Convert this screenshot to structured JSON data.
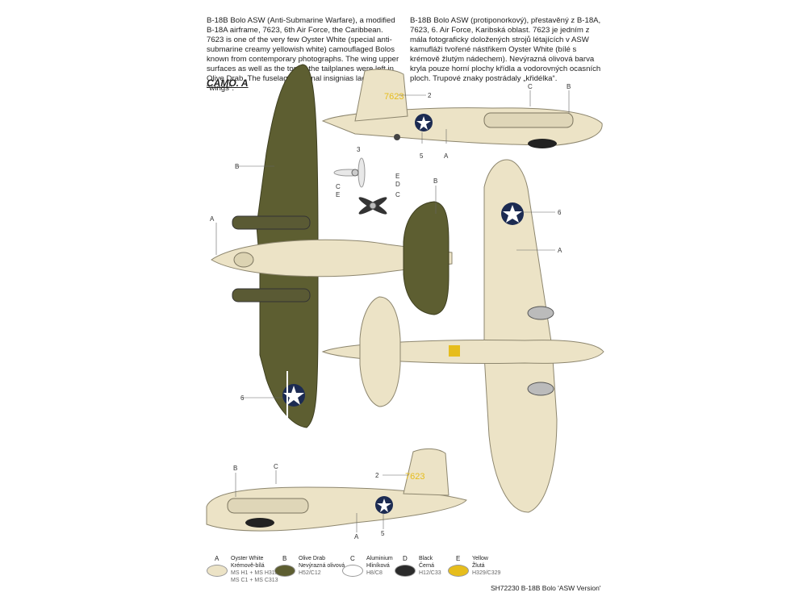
{
  "description": {
    "english": "B-18B Bolo ASW (Anti-Submarine Warfare), a modified B-18A airframe, 7623, 6th Air Force, the Caribbean. 7623 is one of the very few Oyster White (special anti-submarine creamy yellowish white) camouflaged Bolos known from contemporary photographs. The wing upper surfaces as well as the top of the tailplanes were left in Olive Drab. The fuselage national insignias lacked their \"wings\".",
    "czech": "B-18B Bolo ASW (protiponorkový), přestavěný z B-18A, 7623, 6. Air Force, Karibská oblast. 7623 je jedním z mála fotograficky doložených strojů létajících v ASW kamufláži tvořené nástřikem Oyster White (bílé s krémově žlutým nádechem). Nevýrazná olivová barva kryla pouze horní plochy křídla a vodorovných ocasních ploch. Trupové znaky postrádaly „křidélka“."
  },
  "camo_label": "CAMO. A",
  "serial": "7623",
  "callouts": {
    "a": "A",
    "b": "B",
    "c": "C",
    "d": "D",
    "e": "E",
    "two": "2",
    "three": "3",
    "five": "5",
    "six": "6"
  },
  "legend": [
    {
      "letter": "A",
      "names": "Oyster White\nKrémově-bílá",
      "codes": "MS H1 + MS H313\nMS C1 + MS C313",
      "color": "#ece3c6"
    },
    {
      "letter": "B",
      "names": "Olive Drab\nNevýrazná olivová",
      "codes": "H52/C12",
      "color": "#5d5e31"
    },
    {
      "letter": "C",
      "names": "Aluminium\nHliníková",
      "codes": "H8/C8",
      "color": "#ffffff"
    },
    {
      "letter": "D",
      "names": "Black\nČerná",
      "codes": "H12/C33",
      "color": "#2b2b2b"
    },
    {
      "letter": "E",
      "names": "Yellow\nŽlutá",
      "codes": "H329/C329",
      "color": "#e6bd1c"
    }
  ],
  "footer": "SH72230  B-18B Bolo 'ASW Version'"
}
